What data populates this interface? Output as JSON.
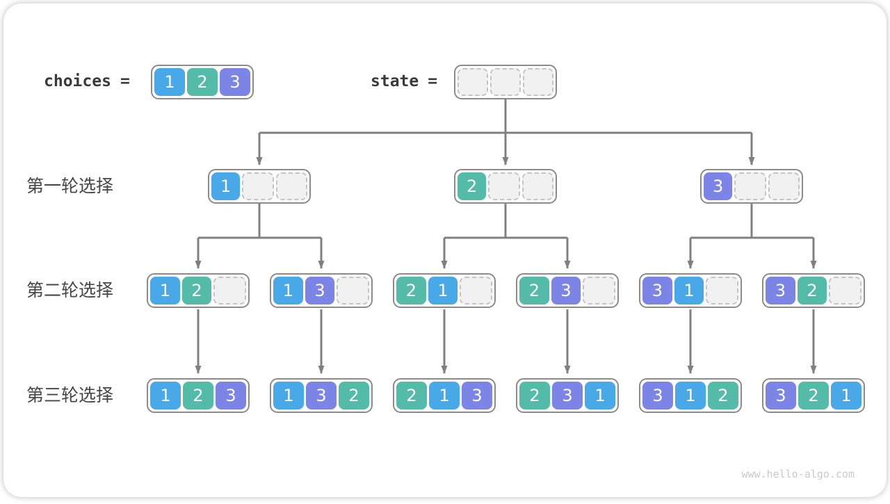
{
  "header": {
    "choices": {
      "label": "choices",
      "equals": "=",
      "cells": [
        "1",
        "2",
        "3"
      ]
    },
    "state": {
      "label": "state",
      "equals": "=",
      "cells": [
        "",
        "",
        ""
      ]
    }
  },
  "rows": [
    {
      "label": "第一轮选择",
      "boxes": [
        [
          "1",
          "",
          ""
        ],
        [
          "2",
          "",
          ""
        ],
        [
          "3",
          "",
          ""
        ]
      ]
    },
    {
      "label": "第二轮选择",
      "boxes": [
        [
          "1",
          "2",
          ""
        ],
        [
          "1",
          "3",
          ""
        ],
        [
          "2",
          "1",
          ""
        ],
        [
          "2",
          "3",
          ""
        ],
        [
          "3",
          "1",
          ""
        ],
        [
          "3",
          "2",
          ""
        ]
      ]
    },
    {
      "label": "第三轮选择",
      "boxes": [
        [
          "1",
          "2",
          "3"
        ],
        [
          "1",
          "3",
          "2"
        ],
        [
          "2",
          "1",
          "3"
        ],
        [
          "2",
          "3",
          "1"
        ],
        [
          "3",
          "1",
          "2"
        ],
        [
          "3",
          "2",
          "1"
        ]
      ]
    }
  ],
  "colors": {
    "v1": "#49a8e8",
    "v2": "#53bba7",
    "v3": "#7c85e6",
    "arrow": "#808080",
    "empty_fill": "#f1f1f1",
    "empty_border": "#c4c4c4",
    "box_border": "#8b8b8b",
    "label_text": "#464646",
    "header_text": "#3a3a3a",
    "watermark_text": "#c9c9c9"
  },
  "watermark": "www.hello-algo.com"
}
